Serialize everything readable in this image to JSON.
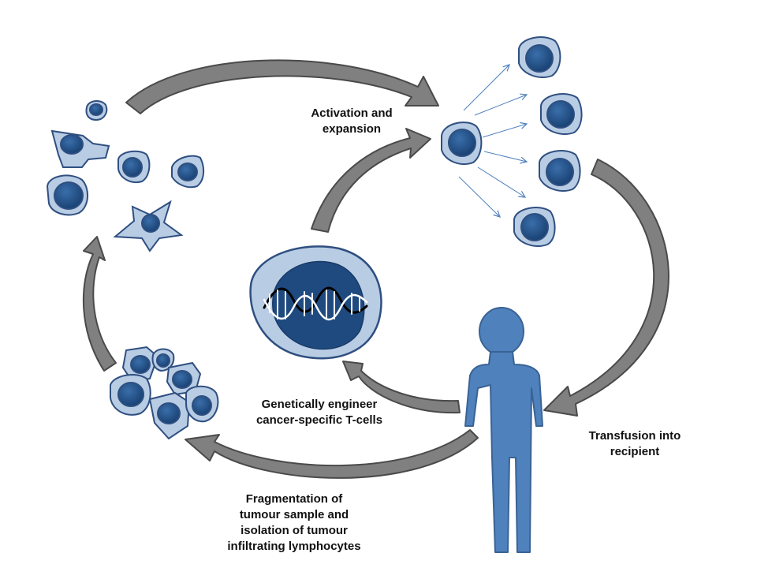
{
  "colors": {
    "cell_fill": "#b8cce4",
    "cell_stroke": "#2f4f80",
    "nucleus_fill": "#2d5c95",
    "nucleus_dark": "#173a66",
    "person_fill": "#4f81bd",
    "person_stroke": "#3a6394",
    "arrow_fill": "#7f7f7f",
    "arrow_stroke": "#4a4a4a",
    "thin_arrow": "#4f81bd"
  },
  "labels": {
    "activation": [
      "Activation and",
      "expansion"
    ],
    "engineer": [
      "Genetically engineer",
      "cancer-specific T-cells"
    ],
    "transfusion": [
      "Transfusion into",
      "recipient"
    ],
    "fragmentation": [
      "Fragmentation of",
      "tumour sample and",
      "isolation of tumour",
      "infiltrating lymphocytes"
    ]
  },
  "icons": [
    "dna-helix-icon",
    "person-icon",
    "cell-icon"
  ]
}
